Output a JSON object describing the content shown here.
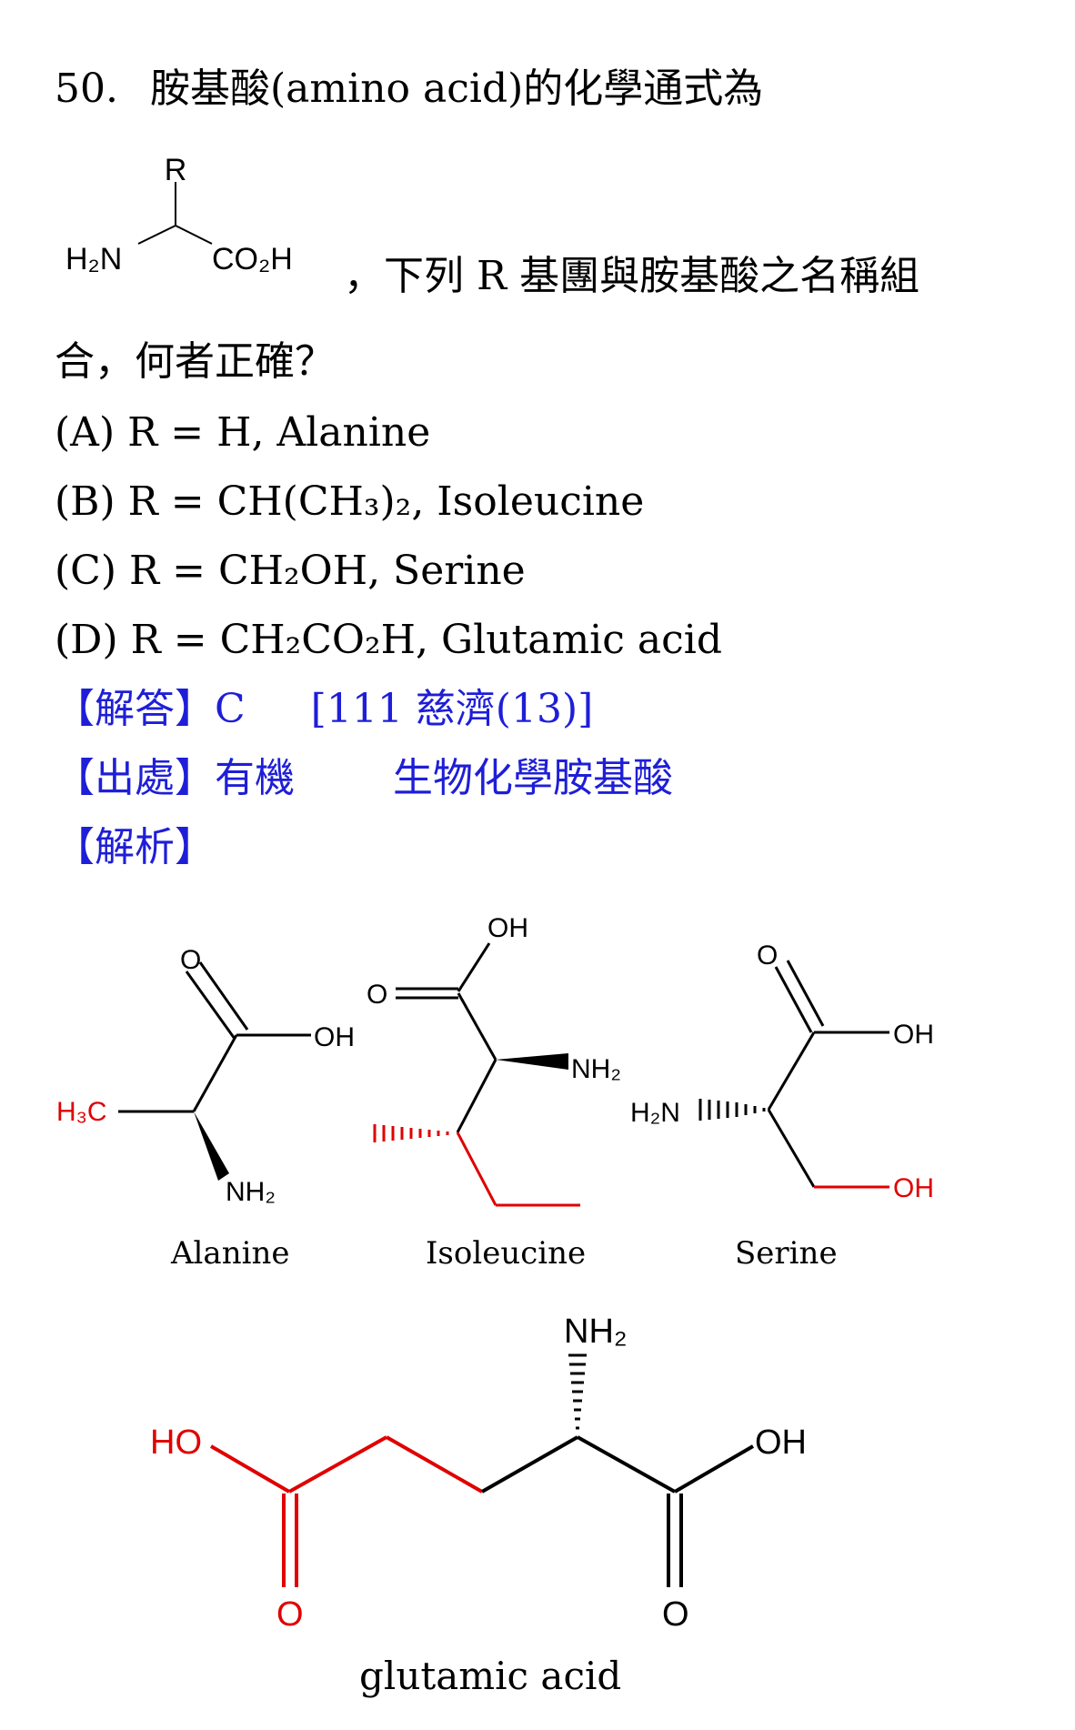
{
  "question": {
    "number": "50.",
    "intro": "胺基酸(amino acid)的化學通式為",
    "continuation": "，下列 R 基團與胺基酸之名稱組",
    "ending": "合，何者正確？"
  },
  "general_formula": {
    "r": "R",
    "h2n": "H₂N",
    "co2h": "CO₂H"
  },
  "options": [
    {
      "label": "(A)",
      "text": "R = H, Alanine"
    },
    {
      "label": "(B)",
      "text": "R = CH(CH₃)₂, Isoleucine"
    },
    {
      "label": "(C)",
      "text": "R = CH₂OH, Serine"
    },
    {
      "label": "(D)",
      "text": "R = CH₂CO₂H, Glutamic acid"
    }
  ],
  "answer": {
    "tag": "【解答】",
    "value": "C",
    "source_ref": "[111 慈濟(13)]"
  },
  "origin": {
    "tag": "【出處】",
    "subject": "有機",
    "topic": "生物化學胺基酸"
  },
  "analysis": {
    "tag": "【解析】"
  },
  "structures": {
    "alanine": {
      "name": "Alanine",
      "o": "O",
      "oh": "OH",
      "h3c": "H₃C",
      "nh2": "NH₂"
    },
    "isoleucine": {
      "name": "Isoleucine",
      "oh": "OH",
      "o": "O",
      "nh2": "NH₂"
    },
    "serine": {
      "name": "Serine",
      "o": "O",
      "oh": "OH",
      "h2n": "H₂N",
      "oh_side": "OH"
    },
    "glutamic": {
      "name": "glutamic acid",
      "nh2": "NH₂",
      "ho": "HO",
      "oh": "OH",
      "o_left": "O",
      "o_right": "O"
    }
  },
  "colors": {
    "highlight": "#e00000",
    "blue_text": "#1e1ed8",
    "bond": "#000000"
  }
}
